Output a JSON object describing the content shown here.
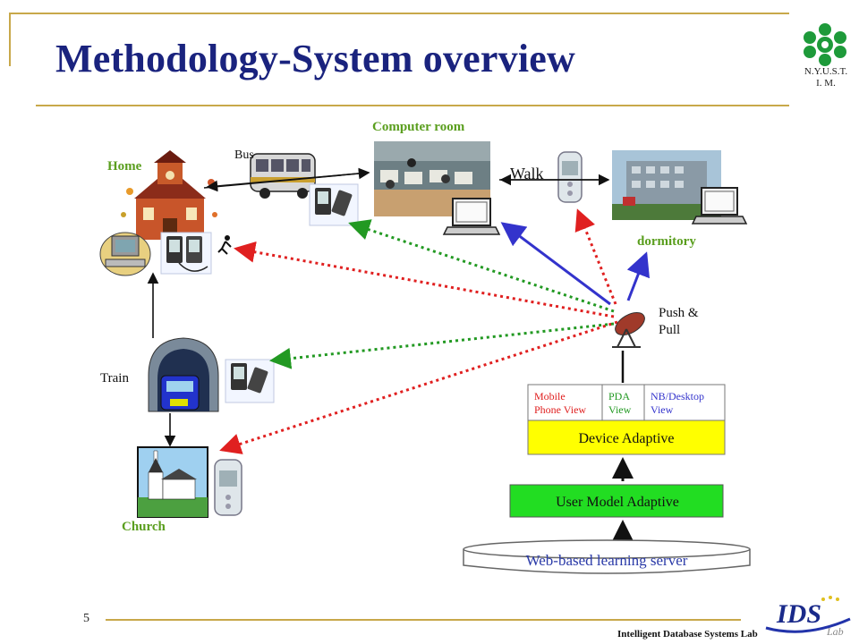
{
  "slide": {
    "title": "Methodology-System overview",
    "page_number": "5",
    "lab_name": "Intelligent Database Systems Lab",
    "org_logo_line1": "N.Y.U.S.T.",
    "org_logo_line2": "I. M.",
    "lab_logo_text": "IDS",
    "lab_logo_sub": "Lab"
  },
  "diagram": {
    "locations": {
      "home": "Home",
      "bus": "Bus",
      "computer_room": "Computer room",
      "walk": "Walk",
      "dormitory": "dormitory",
      "train": "Train",
      "church": "Church"
    },
    "push_pull_line1": "Push &",
    "push_pull_line2": "Pull",
    "views": {
      "mobile_line1": "Mobile",
      "mobile_line2": "Phone View",
      "pda_line1": "PDA",
      "pda_line2": "View",
      "nb_line1": "NB/Desktop",
      "nb_line2": "View"
    },
    "device_adaptive": "Device Adaptive",
    "user_model_adaptive": "User Model Adaptive",
    "server": "Web-based learning server"
  },
  "colors": {
    "title": "#1a237e",
    "frame": "#c8a84a",
    "label_green": "#5a9e1e",
    "device_adaptive_fill": "#ffff00",
    "user_model_fill": "#22dd22",
    "server_text": "#2a3aa8",
    "arrow_red": "#e02020",
    "arrow_green": "#229922",
    "arrow_blue": "#3333cc"
  }
}
